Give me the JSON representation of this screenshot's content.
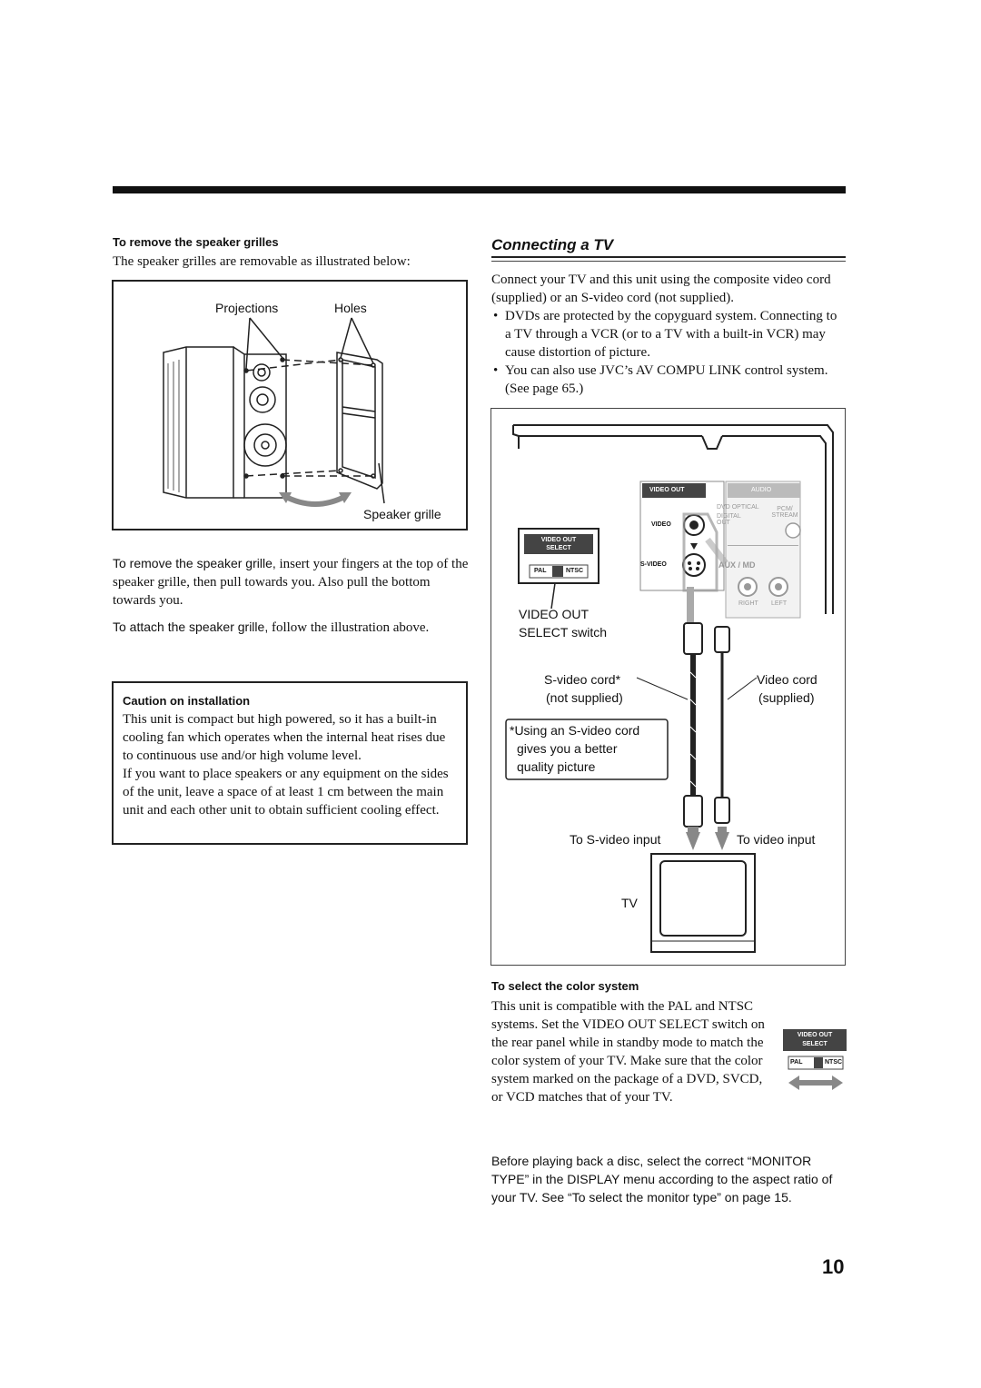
{
  "left": {
    "grilles_heading": "To remove the speaker grilles",
    "grilles_intro": "The speaker grilles are removable as illustrated below:",
    "fig_labels": {
      "projections": "Projections",
      "holes": "Holes",
      "speaker_grille": "Speaker grille"
    },
    "remove_lead": "To remove the speaker grille,",
    "remove_rest": " insert your fingers at the top of the speaker grille, then pull towards you. Also pull the bottom towards you.",
    "attach_lead": "To attach the speaker grille,",
    "attach_rest": " follow the illustration above.",
    "caution_title": "Caution on installation",
    "caution_p1": "This unit is compact but high powered, so it has a built-in cooling fan which operates when the internal heat rises due to continuous use and/or high volume level.",
    "caution_p2": "If you want to place speakers or any equipment on the sides of the unit, leave a space of at least 1 cm between the main unit and each other unit to obtain sufficient cooling effect."
  },
  "right": {
    "title": "Connecting a TV",
    "intro": "Connect your TV and this unit using the composite video cord (supplied) or an S-video cord (not supplied).",
    "bullets": [
      "DVDs are protected by the copyguard system. Connecting to a TV through a VCR (or to a TV with a built-in VCR) may cause distortion of picture.",
      "You can also use JVC’s AV COMPU LINK control system. (See page 65.)"
    ],
    "diagram": {
      "video_out_tab": "VIDEO OUT",
      "audio_tab": "AUDIO",
      "video_jack": "VIDEO",
      "svideo_jack": "S-VIDEO",
      "dvd_optical": "DVD OPTICAL",
      "digital_out": "DIGITAL OUT",
      "pcm_stream": "PCM/ STREAM",
      "aux_md": "AUX / MD",
      "right": "RIGHT",
      "left": "LEFT",
      "switch_l1": "VIDEO OUT",
      "switch_l2": "SELECT",
      "pal": "PAL",
      "ntsc": "NTSC",
      "switch_label_1": "VIDEO OUT",
      "switch_label_2": "SELECT switch",
      "svideo_cord_1": "S-video cord*",
      "svideo_cord_2": "(not supplied)",
      "video_cord_1": "Video cord",
      "video_cord_2": "(supplied)",
      "note_1": "*Using an S-video cord",
      "note_2": "gives you a better",
      "note_3": "quality picture",
      "to_svideo": "To S-video input",
      "to_video": "To video input",
      "tv": "TV"
    },
    "color_heading": "To select the color system",
    "color_text": "This unit is compatible with the PAL and NTSC systems. Set the VIDEO OUT SELECT switch on the rear panel while in standby mode to match the color system of your TV. Make sure that the color system marked on the package of a DVD, SVCD, or VCD matches that of your TV.",
    "before_text": "Before playing back a disc, select the correct “MONITOR TYPE” in the DISPLAY menu according to the aspect ratio of your TV. See “To select the monitor type” on page 15."
  },
  "page_number": "10"
}
